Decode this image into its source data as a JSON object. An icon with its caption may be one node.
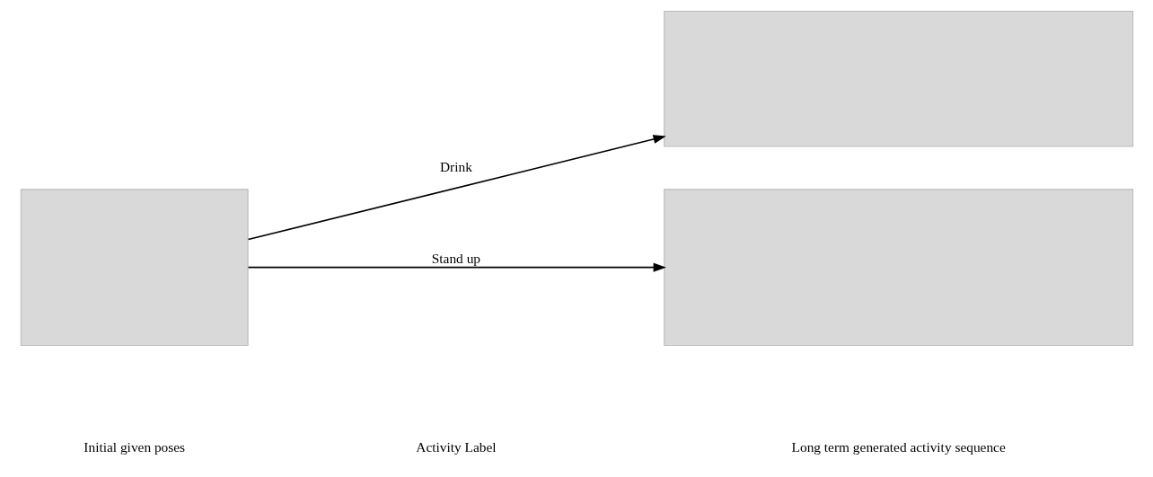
{
  "diagram": {
    "nodes": [
      {
        "text": [],
        "shape": "box"
      },
      {
        "text": [],
        "shape": "box"
      },
      {
        "text": [],
        "shape": "box"
      }
    ],
    "edges": [
      {
        "from": 0,
        "to": 1,
        "arrow": "to",
        "label": "Drink"
      },
      {
        "from": 0,
        "to": 2,
        "arrow": "to",
        "label": "Stand up"
      }
    ],
    "labels": [
      "Initial given poses",
      "Activity Label",
      "Long term generated activity sequence"
    ]
  }
}
